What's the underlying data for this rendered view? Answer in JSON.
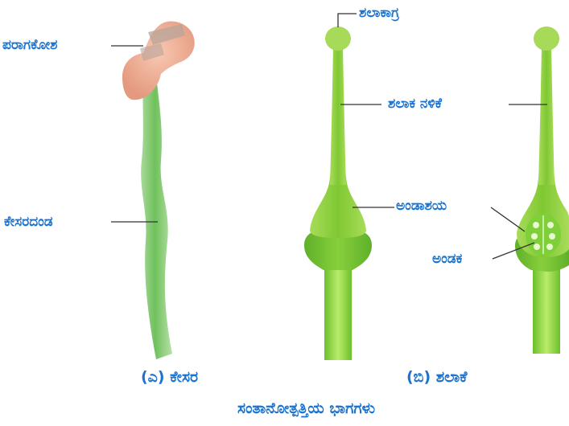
{
  "labels": {
    "anther": "ಪರಾಗಕೋಶ",
    "filament": "ಕೇಸರದಂಡ",
    "stigma": "ಶಲಾಕಾಗ್ರ",
    "style": "ಶಲಾಕ ನಳಿಕೆ",
    "ovary": "ಅಂಡಾಶಯ",
    "ovule": "ಅಂಡಕ"
  },
  "captions": {
    "a": "(ಎ) ಕೇಸರ",
    "b": "(ಬಿ) ಶಲಾಕೆ",
    "title": "ಸಂತಾನೋತ್ಪತ್ತಿಯ ಭಾಗಗಳು"
  },
  "colors": {
    "label_text": "#1a73d1",
    "leader_line": "#333333",
    "pistil_green": "#8ccf3a",
    "filament_green": "#7bc66a",
    "anther_pink": "#f2b49c"
  }
}
